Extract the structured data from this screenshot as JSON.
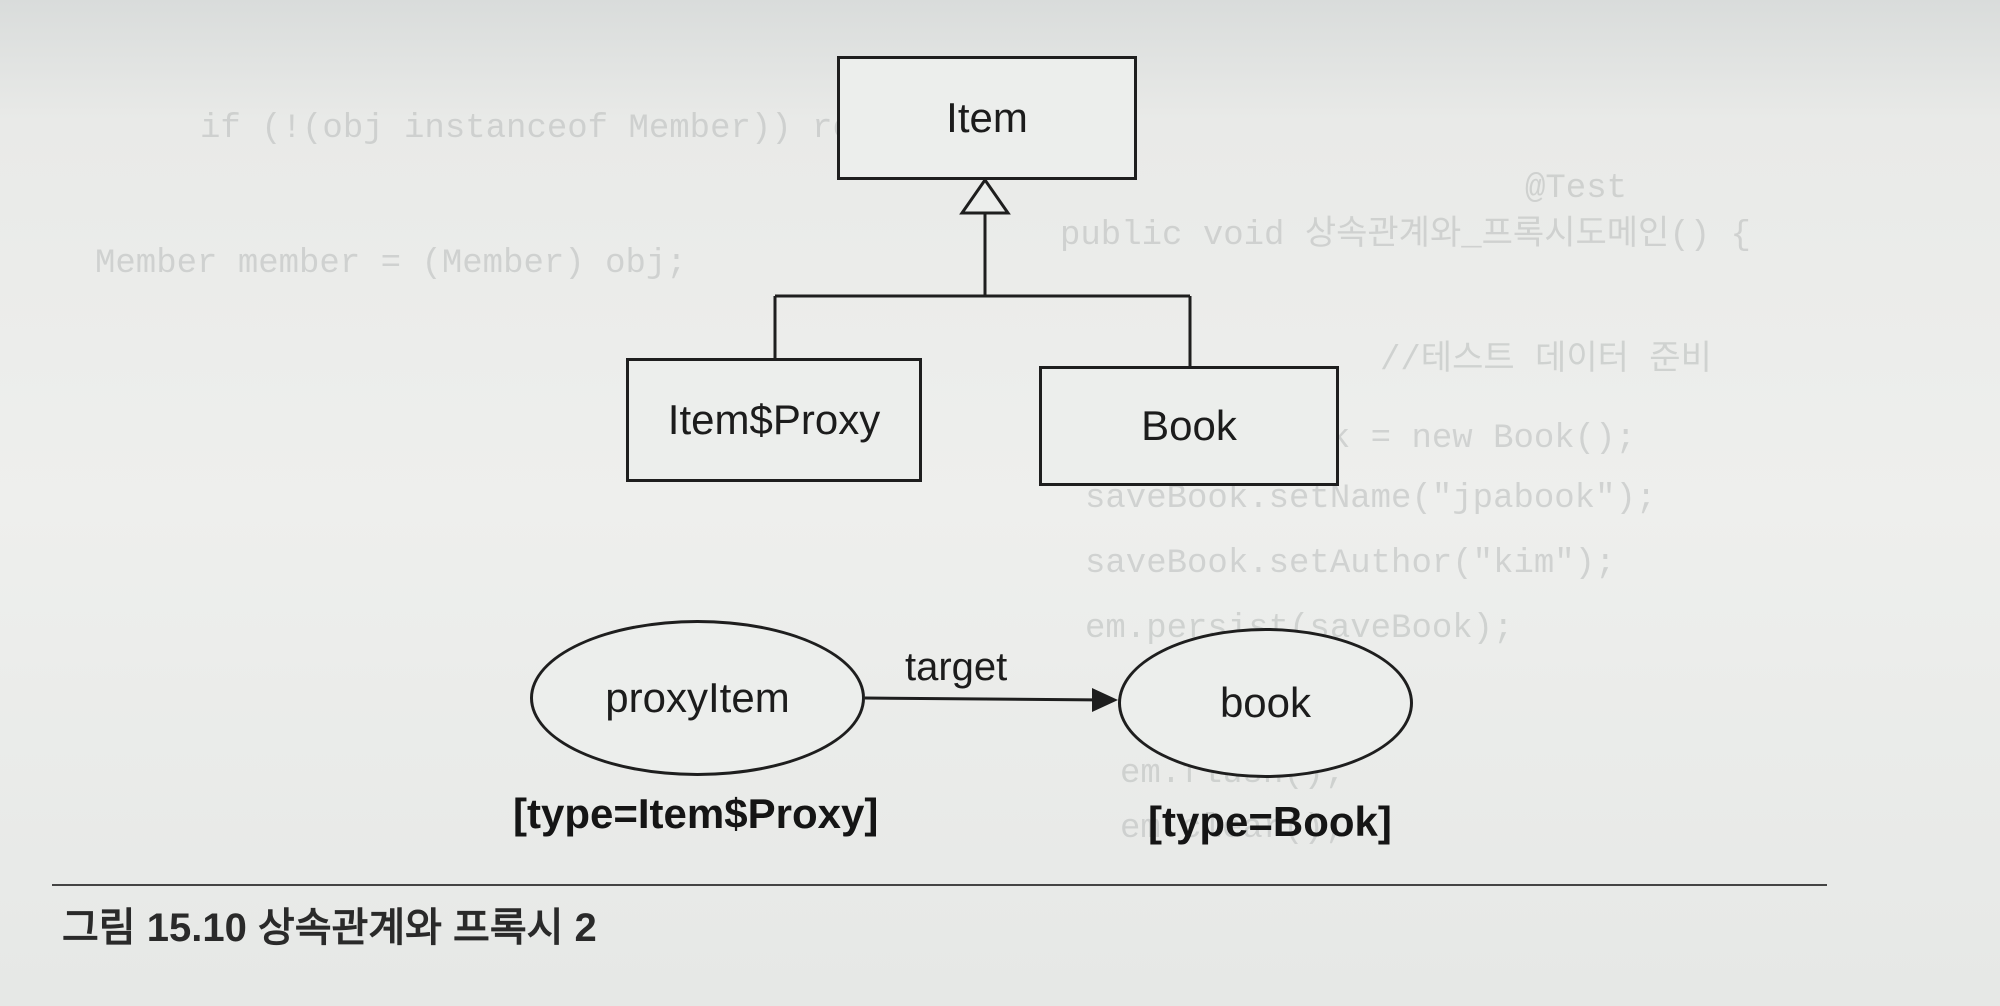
{
  "nodes": {
    "item": "Item",
    "item_proxy": "Item$Proxy",
    "book": "Book"
  },
  "instances": {
    "proxy_item": "proxyItem",
    "book": "book",
    "proxy_item_type": "[type=Item$Proxy]",
    "book_type": "[type=Book]"
  },
  "edges": {
    "target_label": "target"
  },
  "caption": "그림 15.10 상속관계와 프록시 2",
  "background_text": [
    "if (!(obj instanceof Member)) return false;",
    "@Test",
    "public void 상속관계와_프록시도메인() {",
    "Member member = (Member) obj;",
    "//테스트 데이터 준비",
    "Book saveBook = new Book();",
    "saveBook.setName(\"jpabook\");",
    "saveBook.setAuthor(\"kim\");",
    "em.persist(saveBook);",
    "em.flush();",
    "em.clear();"
  ]
}
